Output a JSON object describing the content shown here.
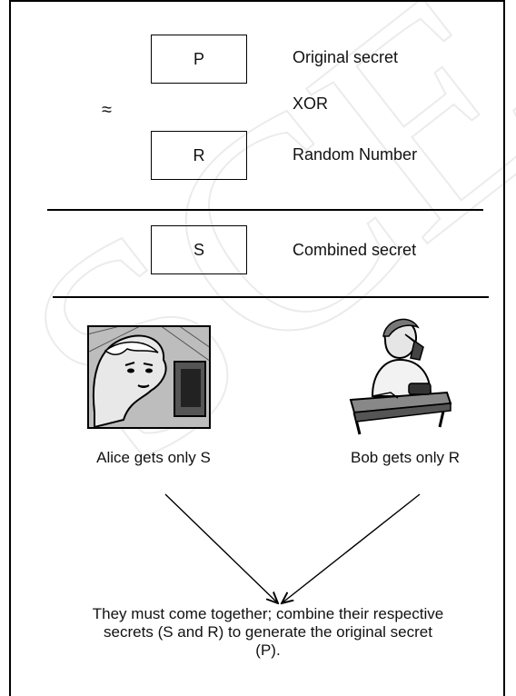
{
  "watermark": {
    "text": "SCE"
  },
  "rows": [
    {
      "box_letter": "P",
      "label": "Original secret"
    },
    {
      "box_letter": "R",
      "label": "Random Number"
    },
    {
      "box_letter": "S",
      "label": "Combined secret"
    }
  ],
  "operator": {
    "symbol": "≈",
    "label": "XOR"
  },
  "alice": {
    "caption": "Alice gets only S"
  },
  "bob": {
    "caption": "Bob gets only R"
  },
  "conclusion": "They must come together; combine their respective secrets (S and R) to generate the original secret (P).",
  "colors": {
    "watermark": "#000000",
    "line": "#000000"
  }
}
